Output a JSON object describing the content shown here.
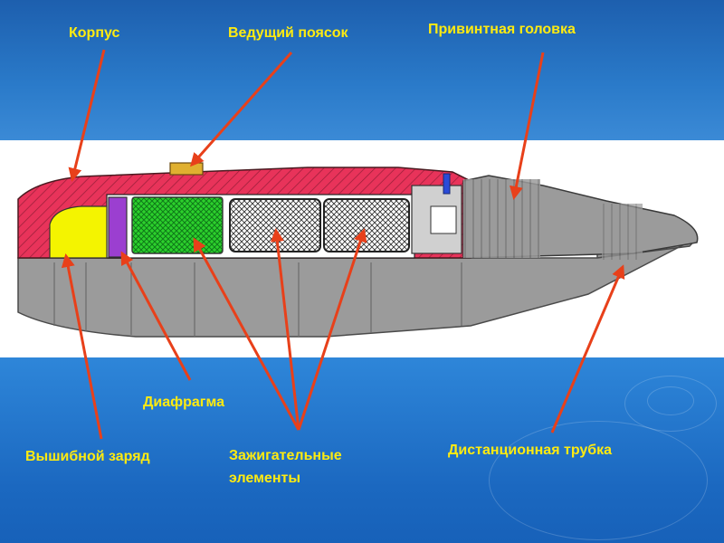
{
  "labels": {
    "korpus": "Корпус",
    "belt": "Ведущий поясок",
    "head": "Привинтная головка",
    "diaphragm": "Диафрагма",
    "charge": "Вышибной заряд",
    "incendiary_line1": "Зажигательные",
    "incendiary_line2": "элементы",
    "fuze": "Дистанционная трубка"
  },
  "colors": {
    "label_text": "#ffeb10",
    "arrow": "#e8401a",
    "body_section": "#e8335a",
    "charge": "#f4f400",
    "diaphragm": "#9b3fd0",
    "incendiary_first": "#2cd02c",
    "metal": "#9b9b9b",
    "band_background": "#ffffff"
  }
}
